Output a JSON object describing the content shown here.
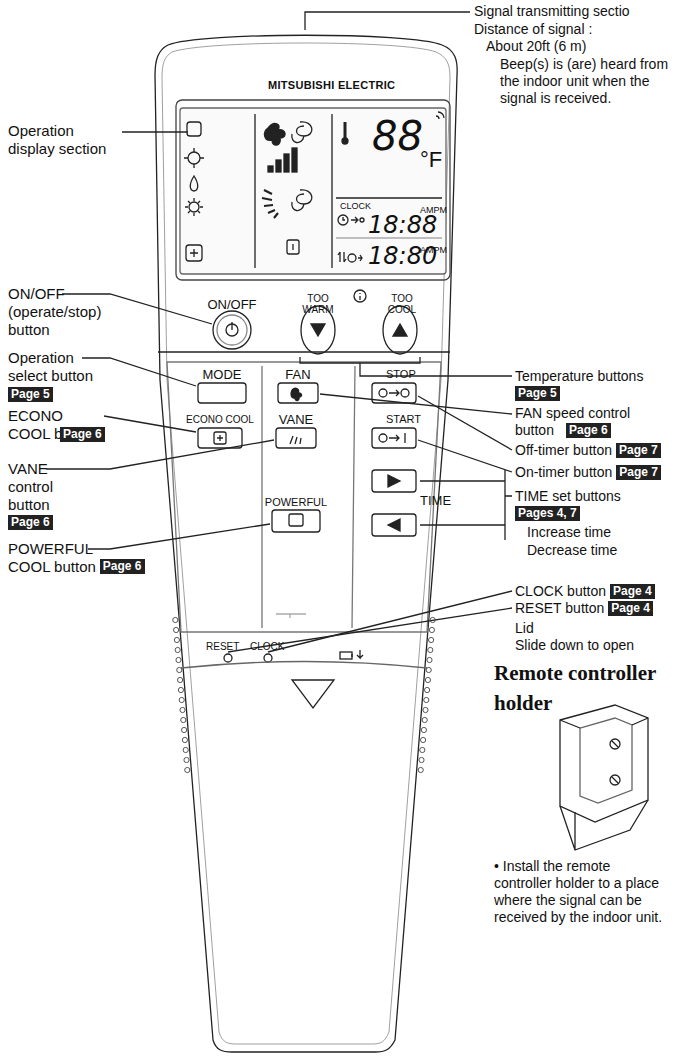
{
  "diagram": {
    "labels": [
      "Signal transmitting sectio",
      "Distance of signal :",
      "About 20ft (6 m)",
      "Beep(s) is (are) heard from the indoor unit when the signal is received.",
      "Operation display section",
      "ON/OFF (operate/stop) button",
      "Operation select button",
      "Page 5",
      "ECONO COOL button",
      "Page 6",
      "VANE control button",
      "Page 6",
      "POWERFUL COOL button",
      "Page 6",
      "Temperature buttons",
      "Page 5",
      "FAN speed control button",
      "Page 6",
      "Off-timer button",
      "Page 7",
      "On-timer button",
      "Page 7",
      "TIME set buttons",
      "Pages 4, 7",
      "Increase time",
      "Decrease time",
      "CLOCK button",
      "Page 4",
      "RESET button",
      "Page 4",
      "Lid",
      "Slide down to open",
      "Remote controller holder",
      "• Install the remote controller holder to a place where the signal can be received by the indoor unit.",
      "MITSUBISHI ELECTRIC",
      "88",
      "°F",
      "CLOCK",
      "AMPM",
      "18:88",
      "AMPM",
      "18:80",
      "ON/OFF",
      "TOO WARM",
      "TOO COOL",
      "MODE",
      "FAN",
      "STOP",
      "ECONO COOL",
      "VANE",
      "START",
      "POWERFUL",
      "TIME",
      "RESET",
      "CLOCK"
    ]
  }
}
